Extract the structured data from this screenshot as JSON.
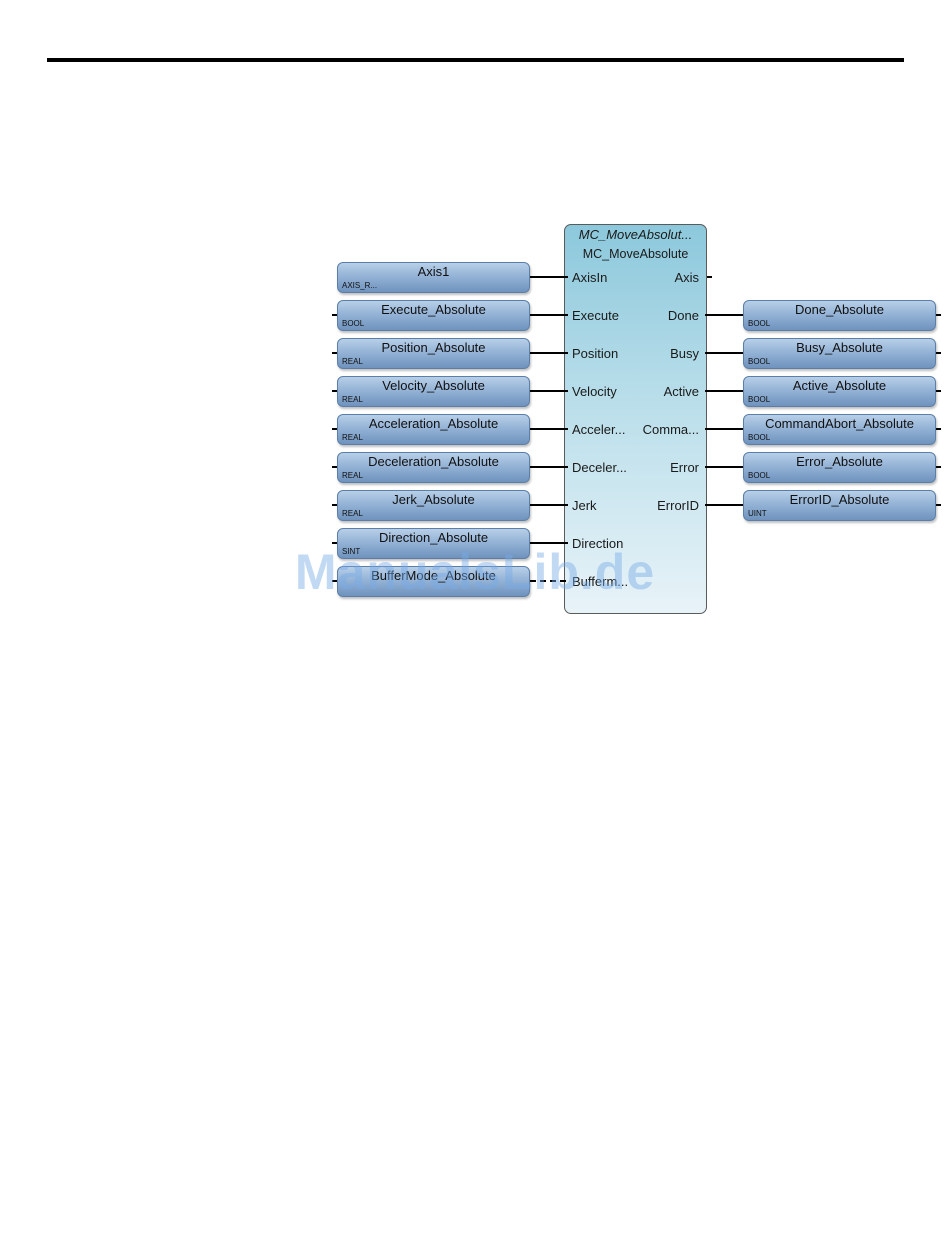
{
  "block": {
    "instance_name": "MC_MoveAbsolut...",
    "type_name": "MC_MoveAbsolute",
    "inputs": [
      "AxisIn",
      "Execute",
      "Position",
      "Velocity",
      "Acceler...",
      "Deceler...",
      "Jerk",
      "Direction",
      "Bufferm..."
    ],
    "outputs": [
      "Axis",
      "Done",
      "Busy",
      "Active",
      "Comma...",
      "Error",
      "ErrorID"
    ]
  },
  "input_vars": [
    {
      "name": "Axis1",
      "type": "AXIS_R..."
    },
    {
      "name": "Execute_Absolute",
      "type": "BOOL"
    },
    {
      "name": "Position_Absolute",
      "type": "REAL"
    },
    {
      "name": "Velocity_Absolute",
      "type": "REAL"
    },
    {
      "name": "Acceleration_Absolute",
      "type": "REAL"
    },
    {
      "name": "Deceleration_Absolute",
      "type": "REAL"
    },
    {
      "name": "Jerk_Absolute",
      "type": "REAL"
    },
    {
      "name": "Direction_Absolute",
      "type": "SINT"
    },
    {
      "name": "BufferMode_Absolute",
      "type": ""
    }
  ],
  "output_vars": [
    {
      "name": "Done_Absolute",
      "type": "BOOL"
    },
    {
      "name": "Busy_Absolute",
      "type": "BOOL"
    },
    {
      "name": "Active_Absolute",
      "type": "BOOL"
    },
    {
      "name": "CommandAbort_Absolute",
      "type": "BOOL"
    },
    {
      "name": "Error_Absolute",
      "type": "BOOL"
    },
    {
      "name": "ErrorID_Absolute",
      "type": "UINT"
    }
  ],
  "watermark": "ManualsLib.de",
  "colors": {
    "block_top": "#8cc8dc",
    "block_bottom": "#e8f3f8",
    "var_box": "#94b3d6",
    "watermark": "#78aae6"
  }
}
